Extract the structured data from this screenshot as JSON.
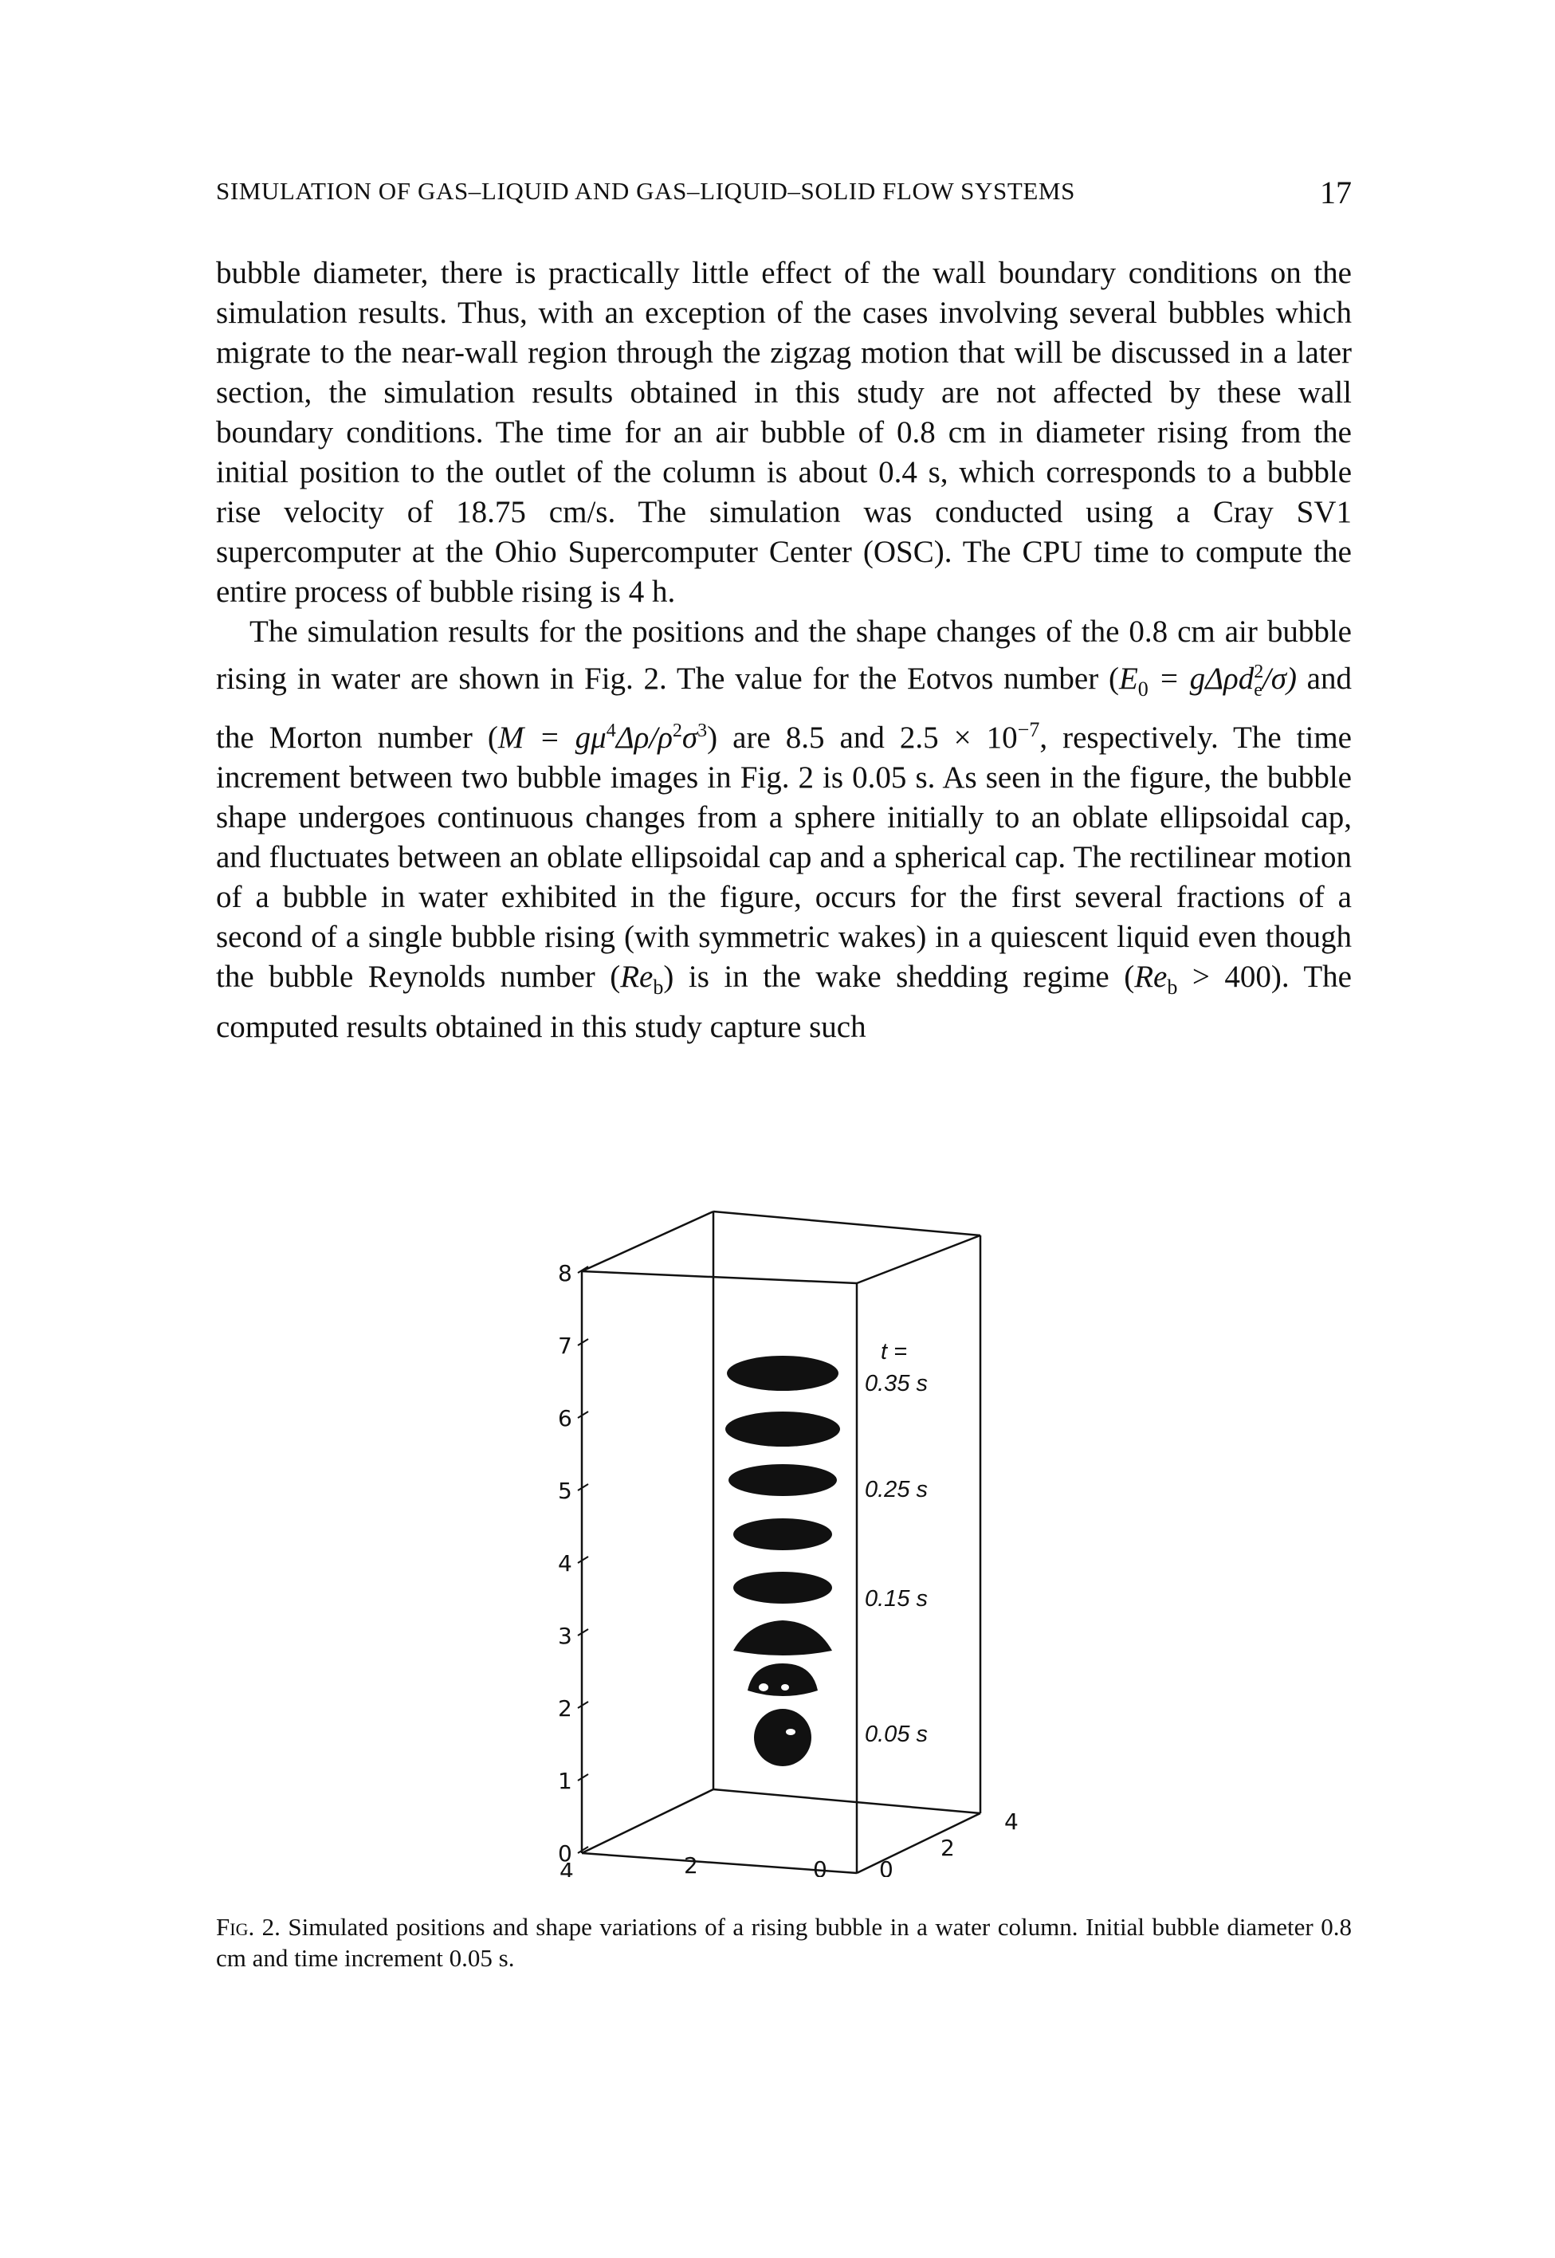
{
  "header": {
    "running_title": "SIMULATION OF GAS–LIQUID AND GAS–LIQUID–SOLID FLOW SYSTEMS",
    "page_number": "17"
  },
  "body": {
    "p1": "bubble diameter, there is practically little effect of the wall boundary conditions on the simulation results. Thus, with an exception of the cases involving several bubbles which migrate to the near-wall region through the zigzag motion that will be discussed in a later section, the simulation results obtained in this study are not affected by these wall boundary conditions. The time for an air bubble of 0.8 cm in diameter rising from the initial position to the outlet of the column is about 0.4 s, which corresponds to a bubble rise velocity of 18.75 cm/s. The simulation was conducted using a Cray SV1 supercomputer at the Ohio Supercomputer Center (OSC). The CPU time to compute the entire process of bubble rising is 4 h.",
    "p2_a": "The simulation results for the positions and the shape changes of the 0.8 cm air bubble rising in water are shown in Fig. 2. The value for the Eotvos number (",
    "eo_sym": "E",
    "eo_sub": "0",
    "eo_eq": " = gΔρd",
    "eo_sup": "2",
    "eo_sub2": "e",
    "eo_tail": "/σ)",
    "p2_b": " and the Morton number (",
    "m_sym": "M",
    "m_eq": " = gμ",
    "m_sup1": "4",
    "m_mid": "Δρ/ρ",
    "m_sup2": "2",
    "m_sigma": "σ",
    "m_sup3": "3",
    "m_close": ")",
    "p2_c": " are 8.5 and 2.5 × 10",
    "exp": "−7",
    "p2_d": ", respectively. The time increment between two bubble images in Fig. 2 is 0.05 s. As seen in the figure, the bubble shape undergoes continuous changes from a sphere initially to an oblate ellipsoidal cap, and fluctuates between an oblate ellipsoidal cap and a spherical cap. The rectilinear motion of a bubble in water exhibited in the figure, occurs for the first several fractions of a second of a single bubble rising (with symmetric wakes) in a quiescent liquid even though the bubble Reynolds number (",
    "re1": "Re",
    "re1_sub": "b",
    "p2_e": ") is in the wake shedding regime (",
    "re2": "Re",
    "re2_sub": "b",
    "p2_f": " > 400). The computed results obtained in this study capture such"
  },
  "figure": {
    "z_ticks": [
      "0",
      "1",
      "2",
      "3",
      "4",
      "5",
      "6",
      "7",
      "8"
    ],
    "x_ticks": [
      "4",
      "2",
      "0"
    ],
    "y_ticks": [
      "0",
      "2",
      "4"
    ],
    "t_header_1": "t =",
    "time_labels": [
      "0.35 s",
      "0.25 s",
      "0.15 s",
      "0.05 s"
    ],
    "bubble_count": 8,
    "bubble_color": "#111111",
    "frame_color": "#111111"
  },
  "caption": {
    "label": "Fig. 2.",
    "text": " Simulated positions and shape variations of a rising bubble in a water column. Initial bubble diameter 0.8 cm and time increment 0.05 s."
  }
}
